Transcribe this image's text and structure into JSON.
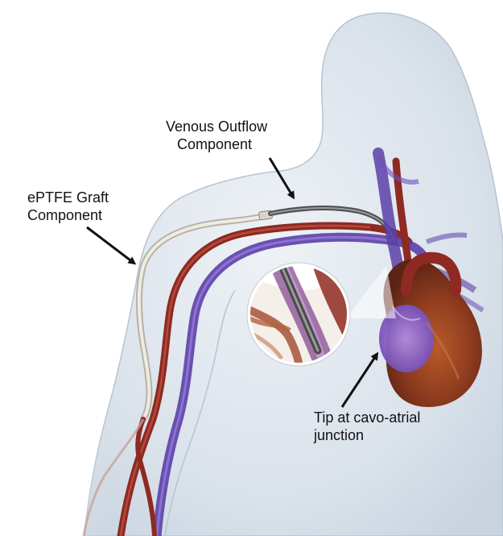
{
  "labels": {
    "venous_outflow": {
      "line1": "Venous Outflow",
      "line2": "Component"
    },
    "eptfe_graft": {
      "line1": "ePTFE Graft",
      "line2": "Component"
    },
    "tip": {
      "line1": "Tip at cavo-atrial",
      "line2": "junction"
    }
  },
  "colors": {
    "body_fill": "#dfe6ee",
    "body_outline": "#b7c4d3",
    "artery": "#8e2a22",
    "vein": "#5b3fa8",
    "graft": "#cfcac0",
    "outflow_catheter": "#6b6b6b",
    "heart": "#9a3b22",
    "arrow": "#111111"
  }
}
